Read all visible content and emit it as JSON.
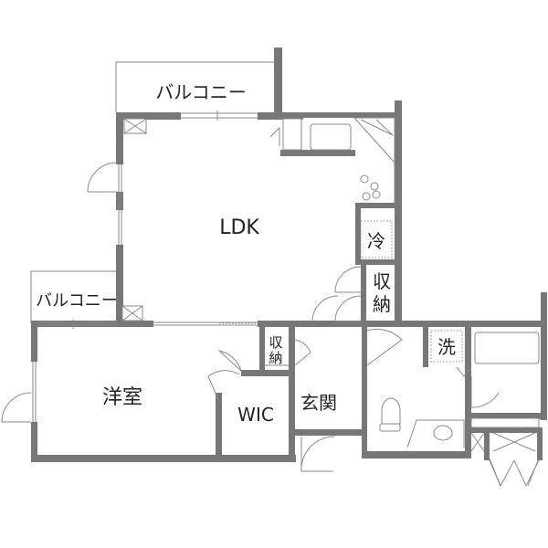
{
  "rooms": {
    "ldk": "LDK",
    "balcony_top": "バルコニー",
    "balcony_left": "バルコニー",
    "bedroom": "洋室",
    "wic": "WIC",
    "entrance": "玄関",
    "storage_right_1": "収",
    "storage_right_2": "納",
    "storage_small_1": "収",
    "storage_small_2": "納",
    "fridge": "冷",
    "washer": "洗"
  }
}
